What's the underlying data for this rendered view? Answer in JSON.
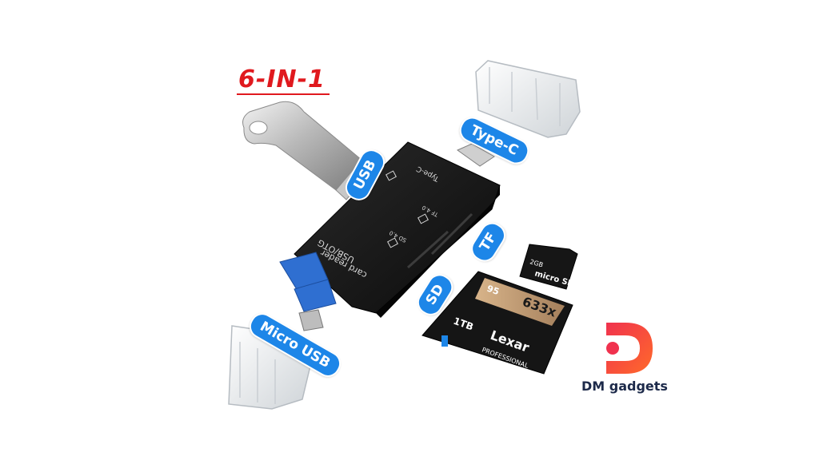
{
  "headline": "6-IN-1",
  "labels": {
    "usb": "USB",
    "type_c": "Type-C",
    "tf": "TF",
    "sd": "SD",
    "micro_usb": "Micro USB"
  },
  "device_print": {
    "line1": "USB/OTG",
    "line2": "card reader",
    "type_c": "Type-C",
    "tf": "TF 4.0",
    "sd": "SD 4.0"
  },
  "brand": {
    "name": "DM gadgets",
    "logo_colors": [
      "#f0324e",
      "#ff6a2a"
    ]
  },
  "sd_card": {
    "capacity": "1TB",
    "maker": "Lexar",
    "line": "PROFESSIONAL",
    "speed": "633x",
    "read": "95"
  },
  "microsd_card": {
    "capacity": "2GB",
    "type": "micro SD"
  },
  "colors": {
    "accent": "#1d86e8",
    "headline": "#e0191e",
    "device": "#151515"
  }
}
